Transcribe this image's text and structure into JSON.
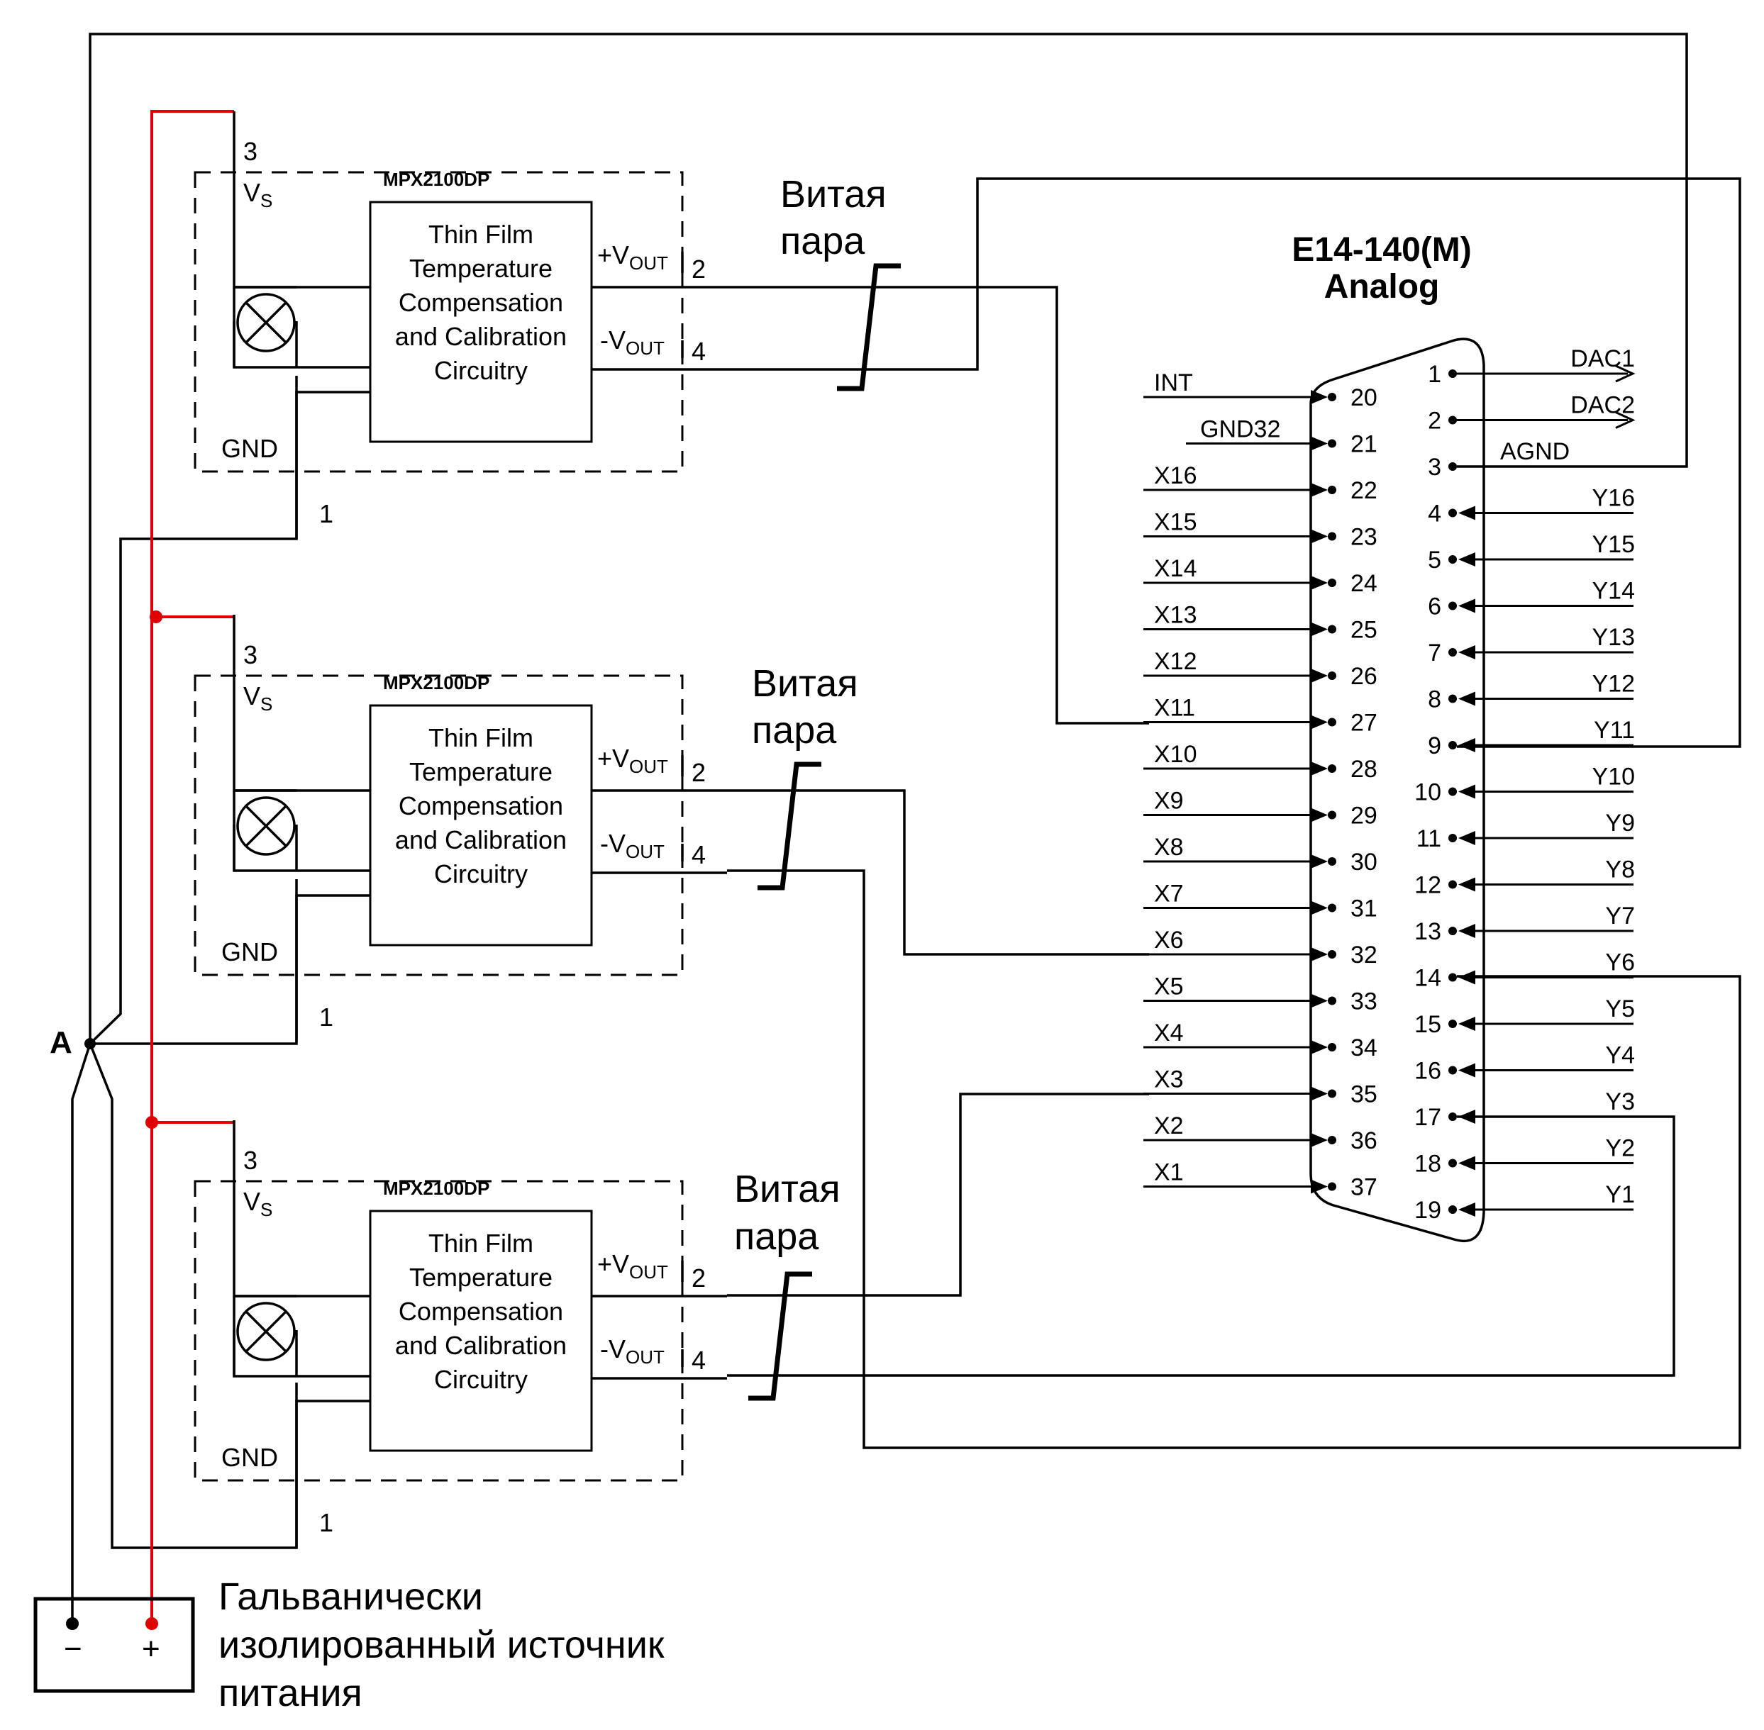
{
  "connector": {
    "title": "E14-140(M)",
    "subtitle": "Analog",
    "left_pins": [
      {
        "label": "INT",
        "num": "20"
      },
      {
        "label": "GND32",
        "num": "21"
      },
      {
        "label": "X16",
        "num": "22"
      },
      {
        "label": "X15",
        "num": "23"
      },
      {
        "label": "X14",
        "num": "24"
      },
      {
        "label": "X13",
        "num": "25"
      },
      {
        "label": "X12",
        "num": "26"
      },
      {
        "label": "X11",
        "num": "27"
      },
      {
        "label": "X10",
        "num": "28"
      },
      {
        "label": "X9",
        "num": "29"
      },
      {
        "label": "X8",
        "num": "30"
      },
      {
        "label": "X7",
        "num": "31"
      },
      {
        "label": "X6",
        "num": "32"
      },
      {
        "label": "X5",
        "num": "33"
      },
      {
        "label": "X4",
        "num": "34"
      },
      {
        "label": "X3",
        "num": "35"
      },
      {
        "label": "X2",
        "num": "36"
      },
      {
        "label": "X1",
        "num": "37"
      }
    ],
    "right_pins": [
      {
        "label": "DAC1",
        "num": "1"
      },
      {
        "label": "DAC2",
        "num": "2"
      },
      {
        "label": "AGND",
        "num": "3"
      },
      {
        "label": "Y16",
        "num": "4"
      },
      {
        "label": "Y15",
        "num": "5"
      },
      {
        "label": "Y14",
        "num": "6"
      },
      {
        "label": "Y13",
        "num": "7"
      },
      {
        "label": "Y12",
        "num": "8"
      },
      {
        "label": "Y11",
        "num": "9"
      },
      {
        "label": "Y10",
        "num": "10"
      },
      {
        "label": "Y9",
        "num": "11"
      },
      {
        "label": "Y8",
        "num": "12"
      },
      {
        "label": "Y7",
        "num": "13"
      },
      {
        "label": "Y6",
        "num": "14"
      },
      {
        "label": "Y5",
        "num": "15"
      },
      {
        "label": "Y4",
        "num": "16"
      },
      {
        "label": "Y3",
        "num": "17"
      },
      {
        "label": "Y2",
        "num": "18"
      },
      {
        "label": "Y1",
        "num": "19"
      }
    ]
  },
  "sensor": {
    "part": "MPX2100DP",
    "circuit_lines": [
      "Thin Film",
      "Temperature",
      "Compensation",
      "and Calibration",
      "Circuitry"
    ],
    "vs_pin": "3",
    "vs_label": "V",
    "vs_sub": "S",
    "vout_plus": "+V",
    "vout_minus": "-V",
    "vout_sub": "OUT",
    "vout_plus_pin": "2",
    "vout_minus_pin": "4",
    "gnd_label": "GND",
    "gnd_pin": "1"
  },
  "twisted_pair": {
    "line1": "Витая",
    "line2": "пара"
  },
  "node_label": "A",
  "power": {
    "minus": "−",
    "plus": "+",
    "caption": [
      "Гальванически",
      "изолированный источник",
      "питания"
    ]
  },
  "colors": {
    "wire": "#000000",
    "power_wire": "#e00000"
  }
}
